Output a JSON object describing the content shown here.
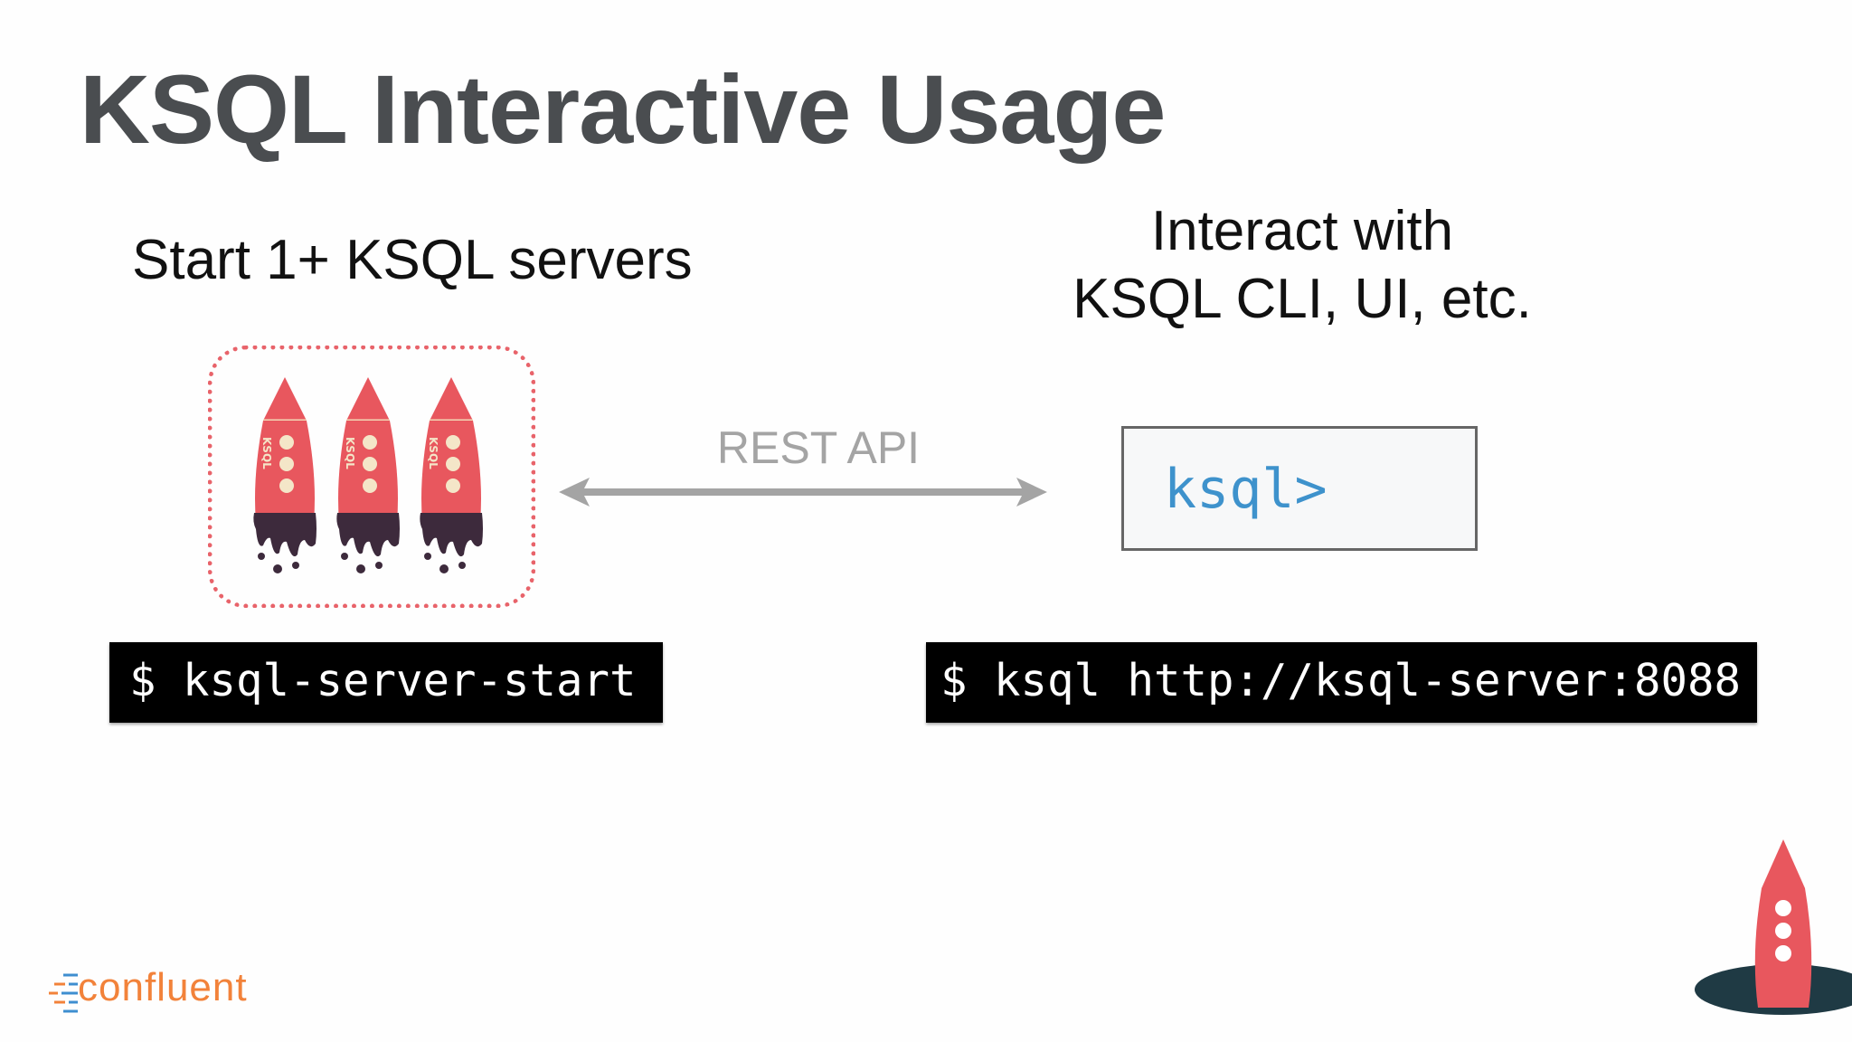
{
  "slide": {
    "title": "KSQL Interactive Usage",
    "left_heading": "Start 1+ KSQL servers",
    "right_heading": {
      "line1": "Interact with",
      "line2": "KSQL CLI, UI, etc."
    },
    "connector_label": "REST API",
    "prompt": "ksql>",
    "left_command": "$ ksql-server-start",
    "right_command": "$ ksql http://ksql-server:8088",
    "rocket_label": "KSQL",
    "logo_text": "confluent"
  },
  "colors": {
    "title": "#4a4d50",
    "rocket_red": "#e8575e",
    "rocket_dark": "#3d2a3c",
    "prompt_blue": "#3e92cc",
    "logo_orange": "#f2823a",
    "logo_blue": "#3e8ed0",
    "arrow_gray": "#a4a4a4"
  },
  "icons": [
    "ksql-rocket-icon",
    "double-arrow-icon",
    "confluent-logo-icon",
    "corner-rocket-icon"
  ]
}
